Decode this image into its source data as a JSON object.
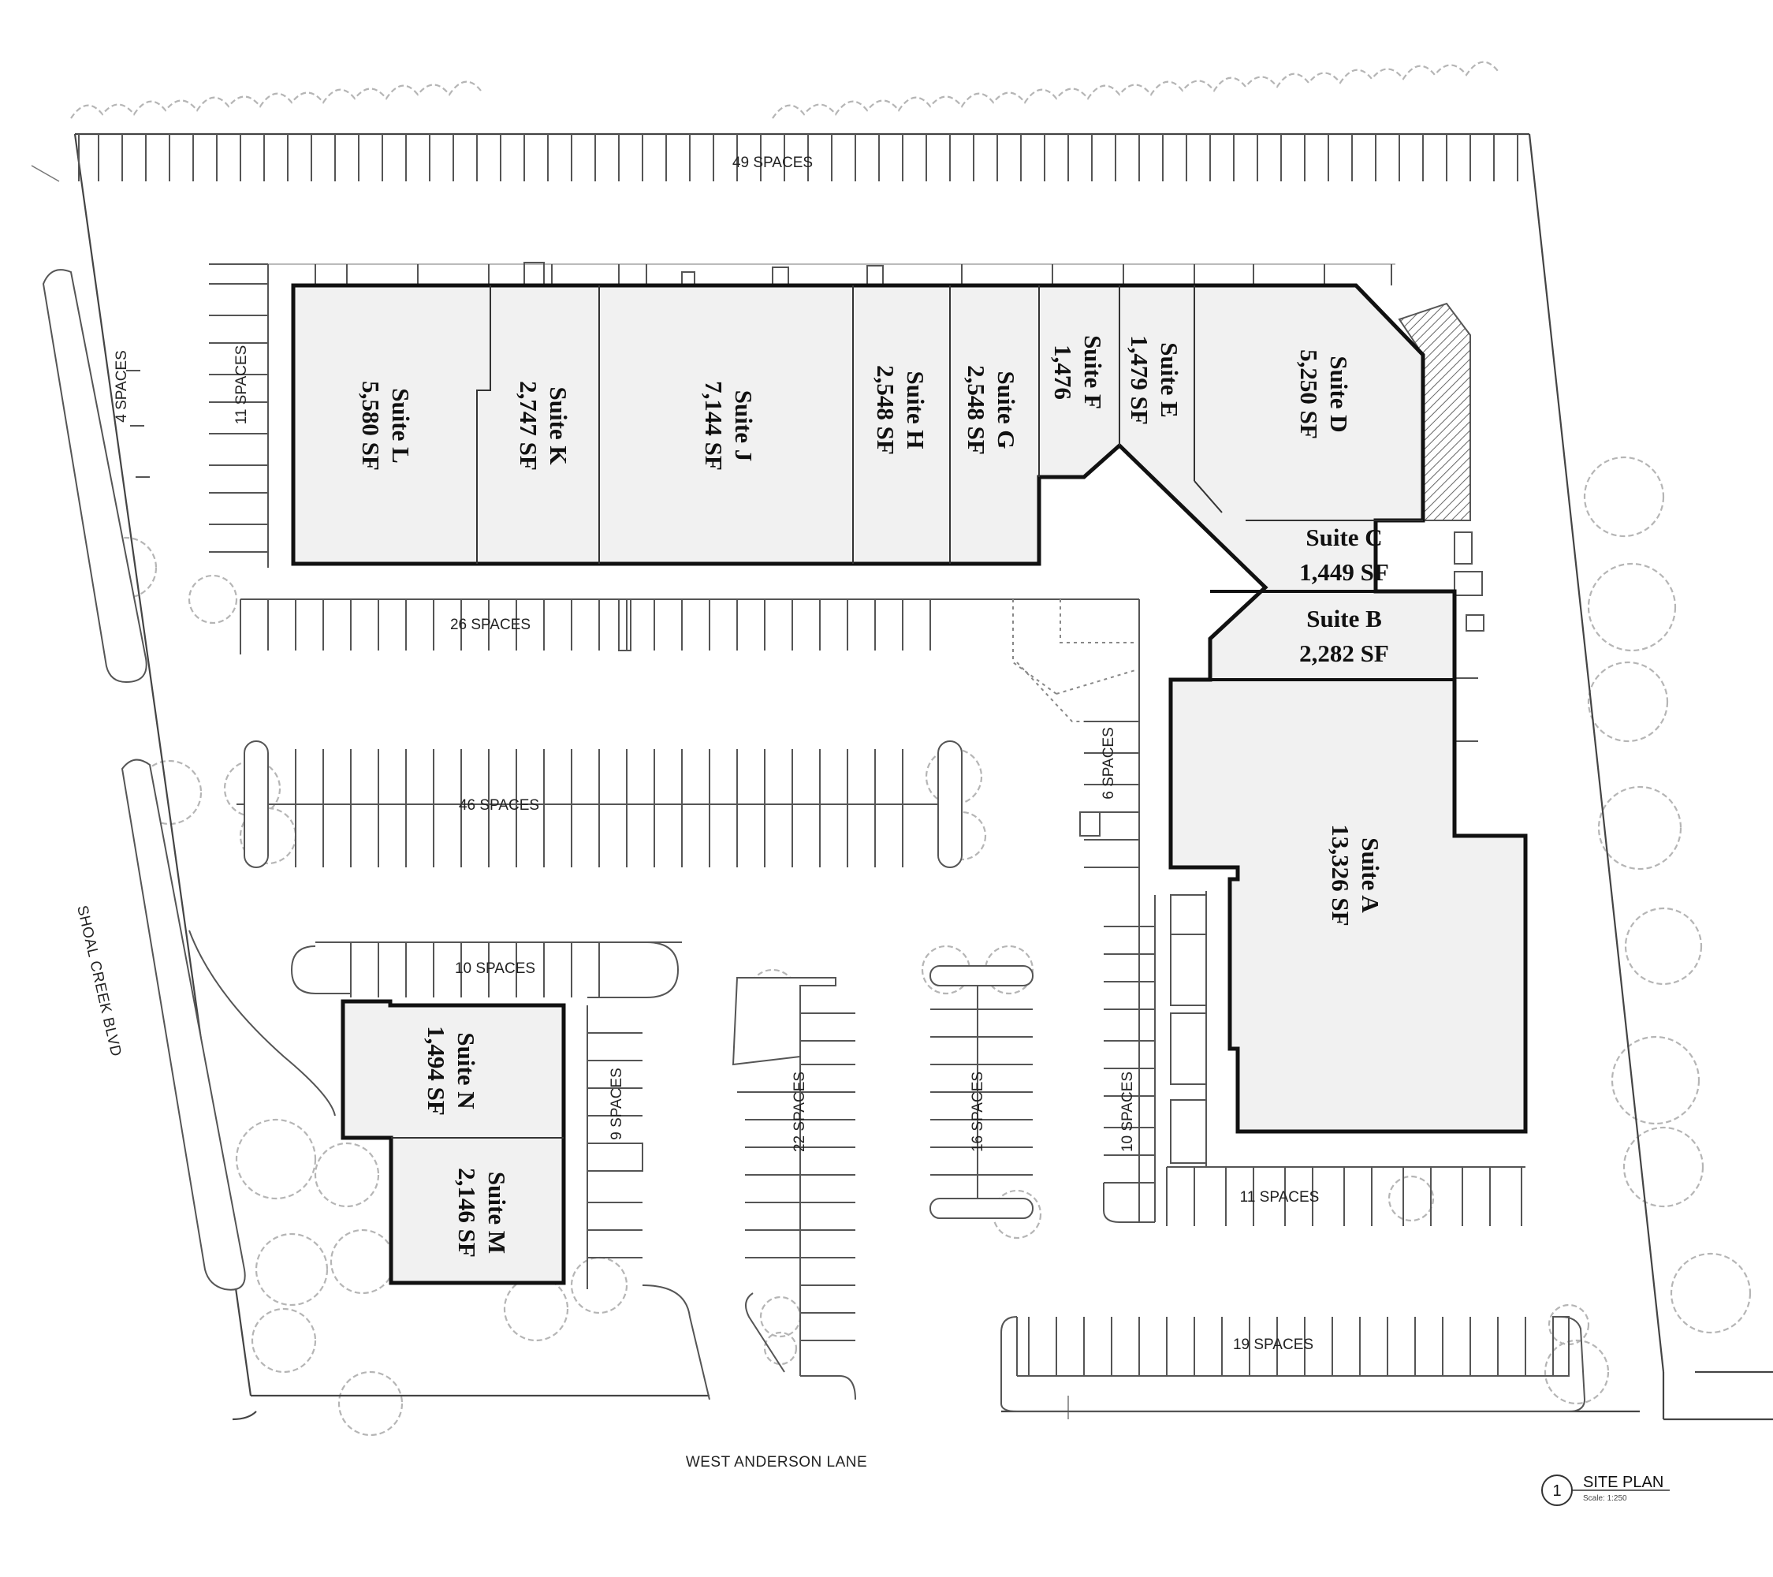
{
  "drawing": {
    "title": "SITE PLAN",
    "number": "1",
    "scale": "Scale: 1:250"
  },
  "roads": {
    "west": "SHOAL CREEK BLVD",
    "south": "WEST ANDERSON LANE"
  },
  "suites": {
    "A": {
      "name": "Suite A",
      "area": "13,326 SF"
    },
    "B": {
      "name": "Suite B",
      "area": "2,282 SF"
    },
    "C": {
      "name": "Suite C",
      "area": "1,449 SF"
    },
    "D": {
      "name": "Suite D",
      "area": "5,250 SF"
    },
    "E": {
      "name": "Suite E",
      "area": "1,479 SF"
    },
    "F": {
      "name": "Suite F",
      "area": "1,476"
    },
    "G": {
      "name": "Suite G",
      "area": "2,548 SF"
    },
    "H": {
      "name": "Suite H",
      "area": "2,548 SF"
    },
    "J": {
      "name": "Suite J",
      "area": "7,144 SF"
    },
    "K": {
      "name": "Suite K",
      "area": "2,747 SF"
    },
    "L": {
      "name": "Suite L",
      "area": "5,580 SF"
    },
    "M": {
      "name": "Suite M",
      "area": "2,146 SF"
    },
    "N": {
      "name": "Suite N",
      "area": "1,494 SF"
    }
  },
  "parking": {
    "north_row": "49 SPACES",
    "west_strip": "4 SPACES",
    "west_of_building": "11 SPACES",
    "south_of_building": "26 SPACES",
    "center_double_row": "46 SPACES",
    "center_drive_east": "6 SPACES",
    "pad_north": "10 SPACES",
    "pad_east": "9 SPACES",
    "south_double_row_west": "22 SPACES",
    "south_double_row_mid": "16 SPACES",
    "east_row_west_of_suite_a": "10 SPACES",
    "south_of_suite_a": "11 SPACES",
    "south_frontage": "19 SPACES"
  }
}
